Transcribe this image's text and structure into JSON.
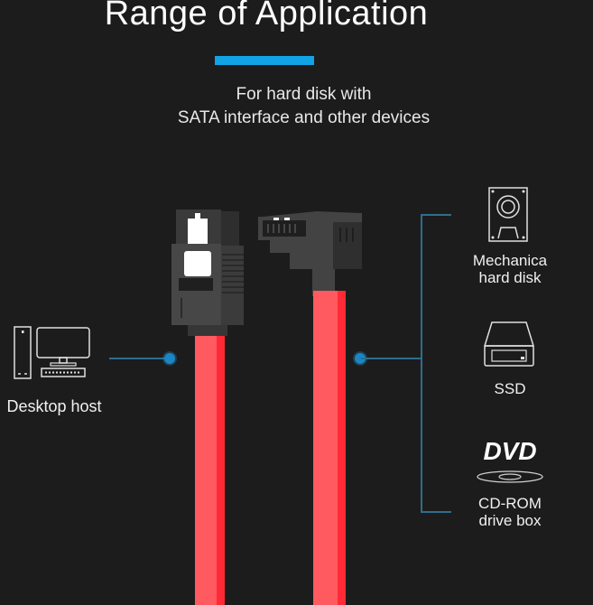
{
  "header": {
    "title": "Range of Application",
    "subtitle_line1": "For hard disk with",
    "subtitle_line2": "SATA interface and other devices"
  },
  "left_device": {
    "icon": "desktop-computer-icon",
    "label": "Desktop host"
  },
  "right_devices": [
    {
      "icon": "hard-disk-icon",
      "label_line1": "Mechanica",
      "label_line2": "hard disk"
    },
    {
      "icon": "ssd-icon",
      "label_line1": "SSD"
    },
    {
      "icon": "dvd-disc-icon",
      "logo_text": "DVD",
      "label_line1": "CD-ROM",
      "label_line2": "drive box"
    }
  ],
  "product": {
    "name": "SATA cable",
    "left_connector": "straight-latching-connector",
    "right_connector": "right-angle-connector",
    "cable_color": "#ff5a5f"
  },
  "colors": {
    "background": "#1c1c1c",
    "accent": "#12a3e6",
    "connector_line": "#2e6d8e",
    "dot": "#1b86c2",
    "cable": "#ff5a5f"
  }
}
